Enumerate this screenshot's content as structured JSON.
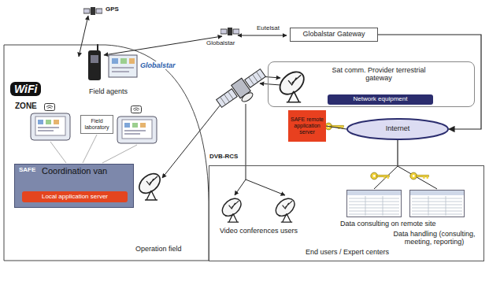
{
  "diagram": {
    "nodes": [
      {
        "text": [
          "Operation field"
        ]
      },
      {
        "text": [
          "Field laboratory"
        ],
        "in": 0
      },
      {
        "text": [
          "SAFE",
          "Coordination van"
        ],
        "in": 0
      },
      {
        "text": [
          "Local application server"
        ],
        "in": 2
      },
      {
        "text": [
          "Globalstar Gateway"
        ]
      },
      {
        "text": [
          "Sat comm. Provider terrestrial gateway"
        ]
      },
      {
        "text": [
          "Network equipment"
        ],
        "in": 5
      },
      {
        "text": [
          "SAFE remote application server"
        ]
      },
      {
        "text": [
          "Internet"
        ]
      },
      {
        "text": [
          "End users / Expert centers"
        ]
      }
    ],
    "edges": [
      {
        "from": 4,
        "to": 8,
        "arrow": "to"
      },
      {
        "from": 7,
        "to": 8,
        "arrow": "none"
      },
      {
        "from": 8,
        "to": 9,
        "arrow": "none"
      }
    ],
    "labels": [
      "GPS",
      "Globalstar",
      "Eutelsat",
      "Globalstar",
      "WiFi",
      "ZONE",
      "Field agents",
      "DVB-RCS",
      "Video conferences users",
      "Data consulting on remote site",
      "Data handling (consulting, meeting, reporting)"
    ]
  }
}
